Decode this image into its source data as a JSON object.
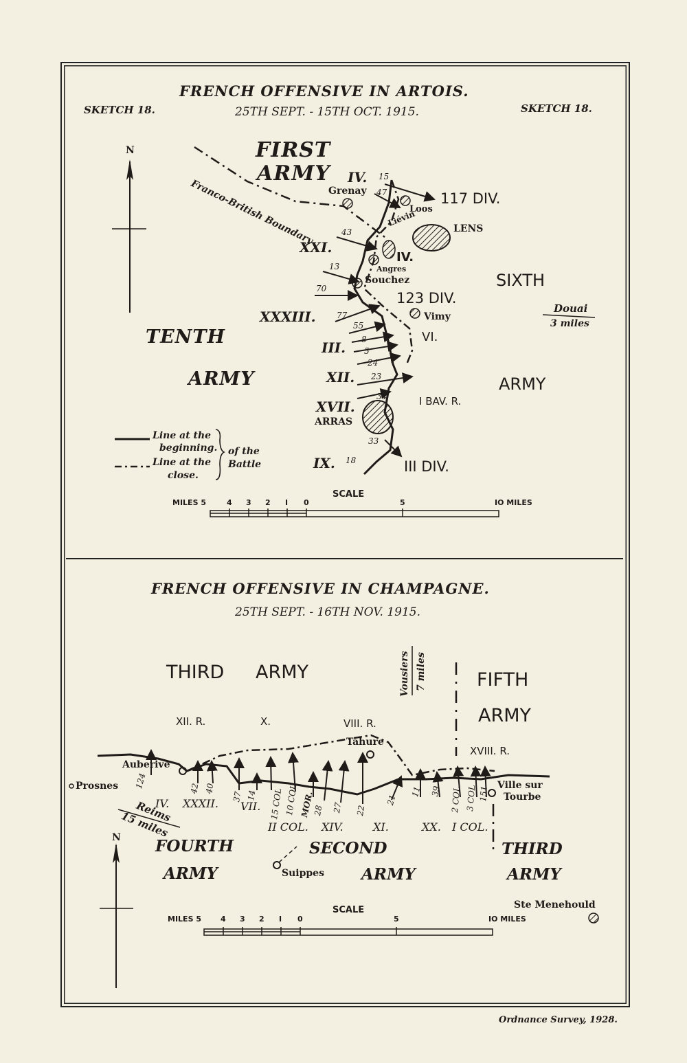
{
  "artois": {
    "title": "FRENCH OFFENSIVE IN ARTOIS.",
    "date": "25TH SEPT. - 15TH OCT. 1915.",
    "sketch_left": "SKETCH 18.",
    "sketch_right": "SKETCH 18.",
    "north": "N",
    "boundary": "Franco-British Boundary",
    "armies": {
      "first_1": "FIRST",
      "first_2": "ARMY",
      "tenth_1": "TENTH",
      "tenth_2": "ARMY",
      "sixth": "SIXTH",
      "army": "ARMY"
    },
    "corps": {
      "iv_top": "IV.",
      "xxi": "XXI.",
      "iv_mid": "IV.",
      "xxxiii": "XXXIII.",
      "iii": "III.",
      "xii": "XII.",
      "xvii": "XVII.",
      "ix": "IX.",
      "vi": "VI."
    },
    "divisions": {
      "d117": "117 DIV.",
      "d123": "123 DIV.",
      "bav": "I BAV. R.",
      "d3": "III DIV."
    },
    "places": {
      "grenay": "Grenay",
      "loos": "Loos",
      "lievin": "Liévin",
      "lens": "LENS",
      "angres": "Angres",
      "souchez": "Souchez",
      "vimy": "Vimy",
      "arras": "ARRAS",
      "douai": "Douai",
      "douai_dist": "3 miles"
    },
    "div_numbers": [
      "15",
      "47",
      "43",
      "13",
      "70",
      "77",
      "55",
      "8",
      "5",
      "24",
      "23",
      "34",
      "33",
      "18"
    ],
    "legend": {
      "begin_1": "Line at the",
      "begin_2": "beginning.",
      "close_1": "Line at the",
      "close_2": "close.",
      "of_1": "of the",
      "of_2": "Battle"
    },
    "scale": {
      "title": "SCALE",
      "miles_left": "MILES 5",
      "t4": "4",
      "t3": "3",
      "t2": "2",
      "t1": "I",
      "t0": "0",
      "t5": "5",
      "t10": "IO MILES"
    }
  },
  "champagne": {
    "title": "FRENCH OFFENSIVE IN CHAMPAGNE.",
    "date": "25TH SEPT. - 16TH NOV. 1915.",
    "north": "N",
    "armies": {
      "third_top": "THIRD",
      "army_top": "ARMY",
      "fifth": "FIFTH",
      "fifth_army": "ARMY",
      "fourth": "FOURTH",
      "fourth_army": "ARMY",
      "second": "SECOND",
      "second_army": "ARMY",
      "third_right": "THIRD",
      "third_right_army": "ARMY"
    },
    "german_corps": {
      "xii_r": "XII. R.",
      "x": "X.",
      "viii_r": "VIII. R.",
      "xviii_r": "XVIII. R."
    },
    "french_corps": {
      "iv": "IV.",
      "xxxii": "XXXII.",
      "vii": "VII.",
      "ii_col": "II COL.",
      "xiv": "XIV.",
      "xi": "XI.",
      "xx": "XX.",
      "i_col": "I COL."
    },
    "div_numbers": [
      "124",
      "42",
      "40",
      "37",
      "14",
      "15 COL",
      "10 COL",
      "MOR.",
      "28",
      "27",
      "22",
      "21",
      "11",
      "39",
      "2 COL",
      "3 COL",
      "151"
    ],
    "places": {
      "auberive": "Auberive",
      "prosnes": "Prosnes",
      "tahure": "Tahure",
      "ville_1": "Ville sur",
      "ville_2": "Tourbe",
      "suippes": "Suippes",
      "menehould": "Ste Menehould",
      "vousiers": "Vousiers",
      "vousiers_dist": "7 miles",
      "reims": "Reims",
      "reims_dist": "15 miles"
    },
    "scale": {
      "title": "SCALE",
      "miles_left": "MILES 5",
      "t4": "4",
      "t3": "3",
      "t2": "2",
      "t1": "I",
      "t0": "0",
      "t5": "5",
      "t10": "IO MILES"
    }
  },
  "footer": "Ordnance Survey, 1928."
}
